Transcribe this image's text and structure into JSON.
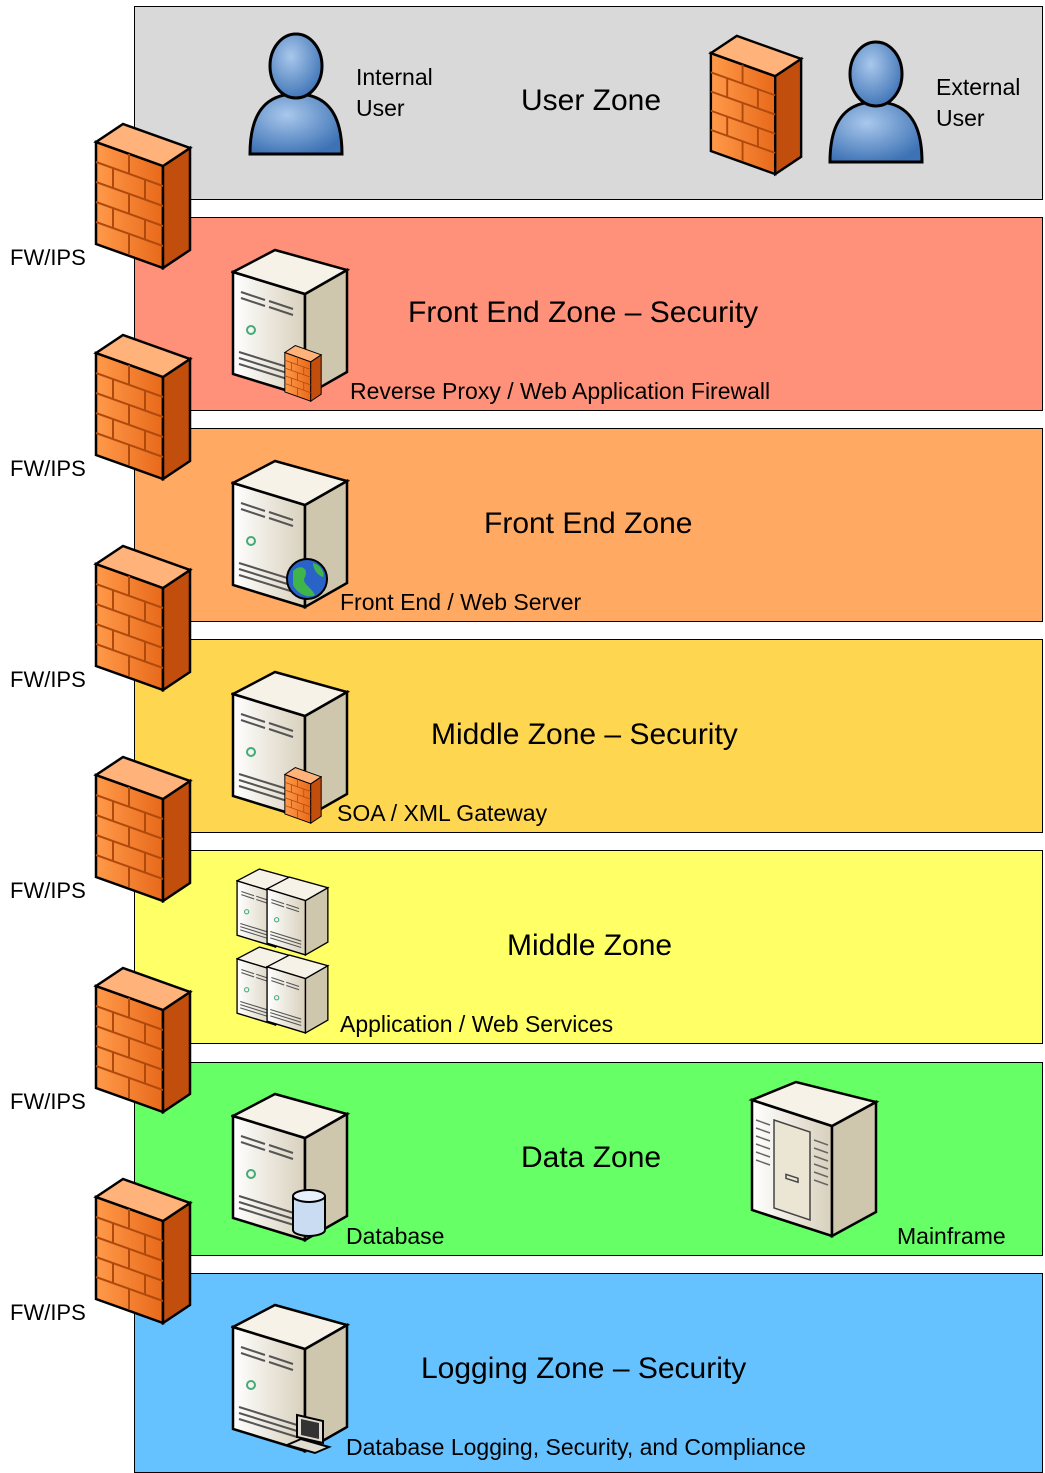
{
  "colors": {
    "user_zone": "#d9d9d9",
    "front_end_security": "#ff917a",
    "front_end": "#ffa963",
    "middle_security": "#ffd64f",
    "middle": "#ffff66",
    "data": "#66ff66",
    "logging": "#66c2ff",
    "firewall": "#f07524",
    "user_icon": "#5b8fc9",
    "server": "#ece6d6"
  },
  "zones": {
    "user": {
      "title": "User Zone",
      "internal_user": "Internal\nUser",
      "external_user": "External\nUser",
      "icons": [
        "user-icon",
        "firewall-icon",
        "user-icon"
      ]
    },
    "front_end_security": {
      "title": "Front End Zone – Security",
      "caption": "Reverse Proxy / Web Application Firewall",
      "icon": "server-firewall-icon"
    },
    "front_end": {
      "title": "Front End Zone",
      "caption": "Front End / Web Server",
      "icon": "server-globe-icon"
    },
    "middle_security": {
      "title": "Middle Zone – Security",
      "caption": "SOA / XML Gateway",
      "icon": "server-firewall-icon"
    },
    "middle": {
      "title": "Middle Zone",
      "caption": "Application / Web Services",
      "icon": "server-cluster-icon"
    },
    "data": {
      "title": "Data Zone",
      "caption_database": "Database",
      "caption_mainframe": "Mainframe",
      "icons": [
        "server-database-icon",
        "mainframe-icon"
      ]
    },
    "logging": {
      "title": "Logging Zone – Security",
      "caption": "Database Logging, Security, and Compliance",
      "icon": "server-computer-icon"
    }
  },
  "firewalls": [
    "FW/IPS",
    "FW/IPS",
    "FW/IPS",
    "FW/IPS",
    "FW/IPS",
    "FW/IPS"
  ]
}
